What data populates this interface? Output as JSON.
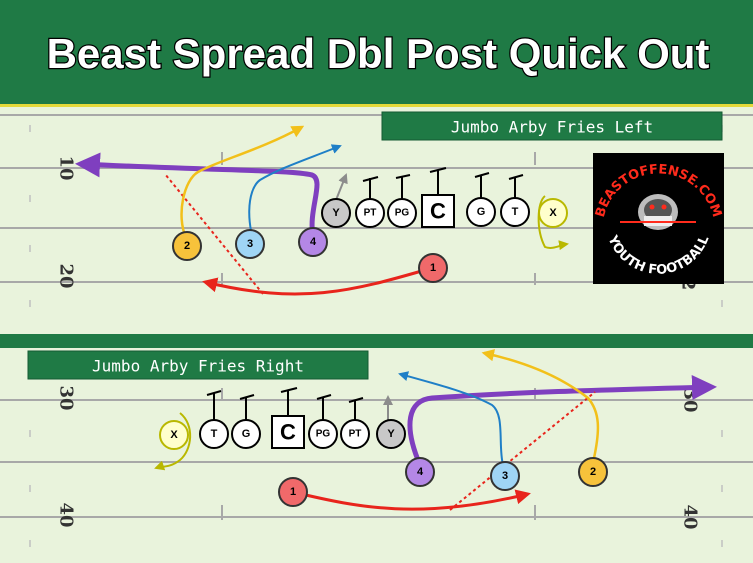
{
  "title": "Beast Spread Dbl Post Quick Out",
  "logo": {
    "top_text": "BEASTOFFENSE.COM",
    "bottom_text": "YOUTH FOOTBALL"
  },
  "colors": {
    "header_bg": "#1f7a45",
    "field_bg": "#e9f3dc",
    "yard_line": "#a8a8a8",
    "label_bg": "#1f7a45",
    "route_purple": "#7f3fbf",
    "route_red": "#e8241c",
    "route_gold": "#f2c01a",
    "route_blue": "#1f7fc7",
    "route_olive": "#b9b800",
    "route_gray": "#8c8c8c"
  },
  "plays": [
    {
      "name": "Jumbo Arby Fries Left",
      "yard_numbers": [
        "10",
        "20",
        "2"
      ],
      "players": [
        "Y",
        "PT",
        "PG",
        "C",
        "G",
        "T",
        "X",
        "2",
        "3",
        "4",
        "1"
      ]
    },
    {
      "name": "Jumbo Arby Fries Right",
      "yard_numbers": [
        "30",
        "30",
        "40",
        "40"
      ],
      "players": [
        "X",
        "T",
        "G",
        "C",
        "PG",
        "PT",
        "Y",
        "4",
        "3",
        "2",
        "1"
      ]
    }
  ]
}
